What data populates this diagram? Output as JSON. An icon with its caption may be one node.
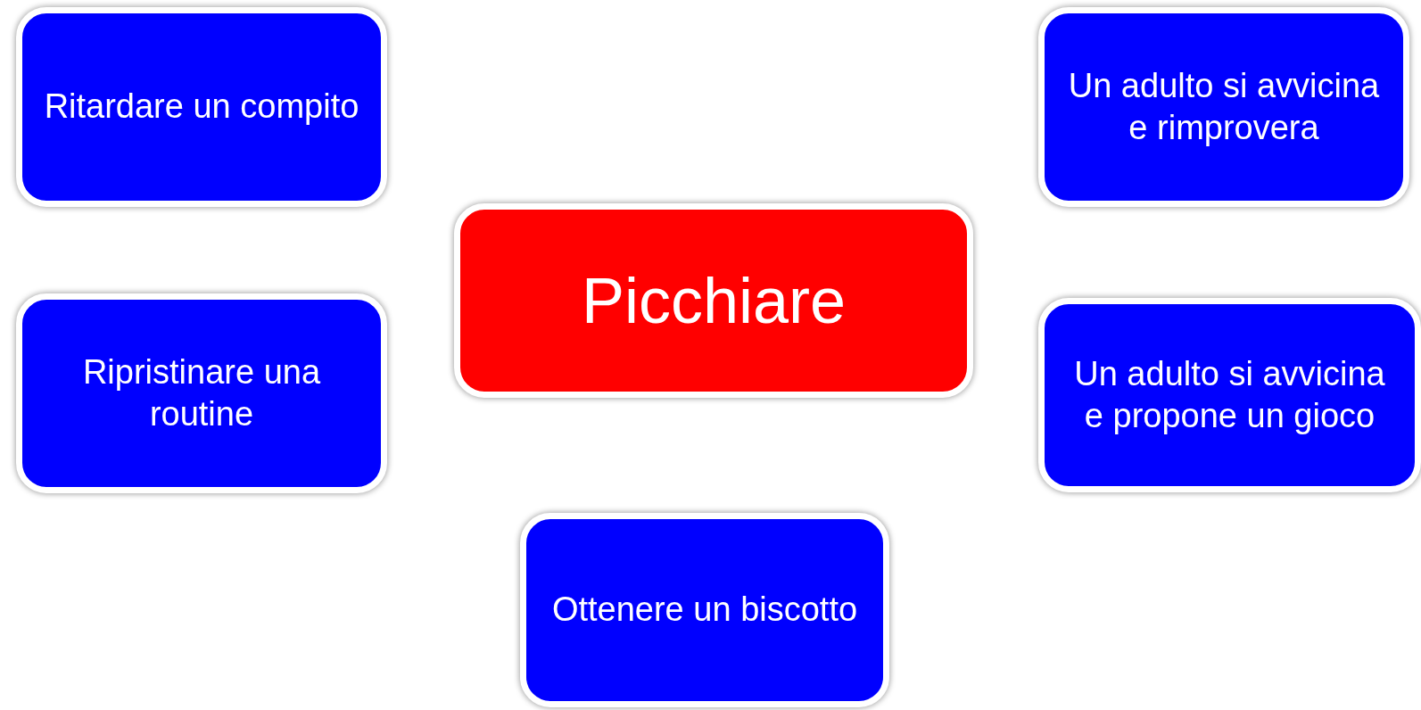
{
  "diagram": {
    "nodes": [
      {
        "text": [
          "Ritardare un compito"
        ]
      },
      {
        "text": [
          "Un adulto si avvicina e rimprovera"
        ]
      },
      {
        "text": [
          "Picchiare"
        ]
      },
      {
        "text": [
          "Ripristinare una routine"
        ]
      },
      {
        "text": [
          "Un adulto si avvicina e propone un gioco"
        ]
      },
      {
        "text": [
          "Ottenere un biscotto"
        ]
      }
    ]
  }
}
